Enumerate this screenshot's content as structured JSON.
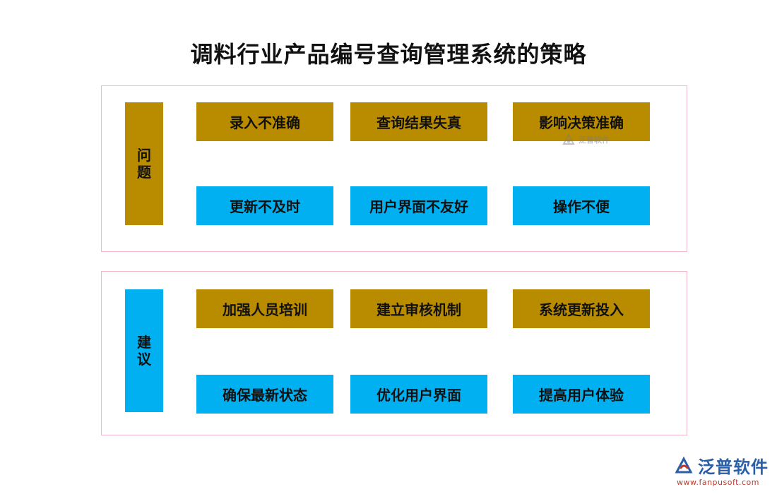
{
  "title": "调料行业产品编号查询管理系统的策略",
  "problems": {
    "label_chars": [
      "问",
      "题"
    ],
    "row1": [
      "录入不准确",
      "查询结果失真",
      "影响决策准确"
    ],
    "row2": [
      "更新不及时",
      "用户界面不友好",
      "操作不便"
    ]
  },
  "suggestions": {
    "label_chars": [
      "建",
      "议"
    ],
    "row1": [
      "加强人员培训",
      "建立审核机制",
      "系统更新投入"
    ],
    "row2": [
      "确保最新状态",
      "优化用户界面",
      "提高用户体验"
    ]
  },
  "watermark": {
    "text": "泛普软件",
    "icon": "fanpu-logo-icon"
  },
  "brand": {
    "name": "泛普软件",
    "url": "www.fanpusoft.com",
    "icon": "fanpu-logo-icon"
  },
  "colors": {
    "gold": "#b98c00",
    "blue": "#00b0f0",
    "panel_border": "#f0b8c4"
  }
}
